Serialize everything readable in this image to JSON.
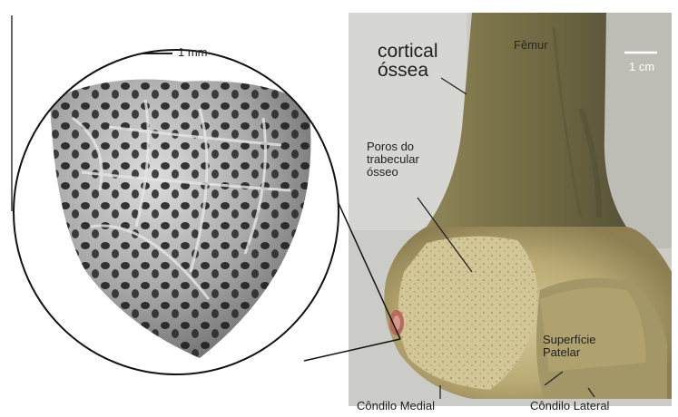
{
  "labels": {
    "cortical": "cortical\nóssea",
    "femur": "Fêmur",
    "poros": "Poros do\ntrabecular\nósseo",
    "superficie_patelar": "Superfície\nPatelar",
    "condilo_medial": "Côndilo Medial",
    "condilo_lateral": "Côndilo Lateral"
  },
  "scale_bars": {
    "micro": "1 mm",
    "macro": "1 cm"
  },
  "colors": {
    "bone_shaft": "#7a7148",
    "bone_end": "#c7ba86",
    "trabecular": "#a8a8a8",
    "background_photo": "#c9c9c5",
    "circle": "#111111"
  }
}
